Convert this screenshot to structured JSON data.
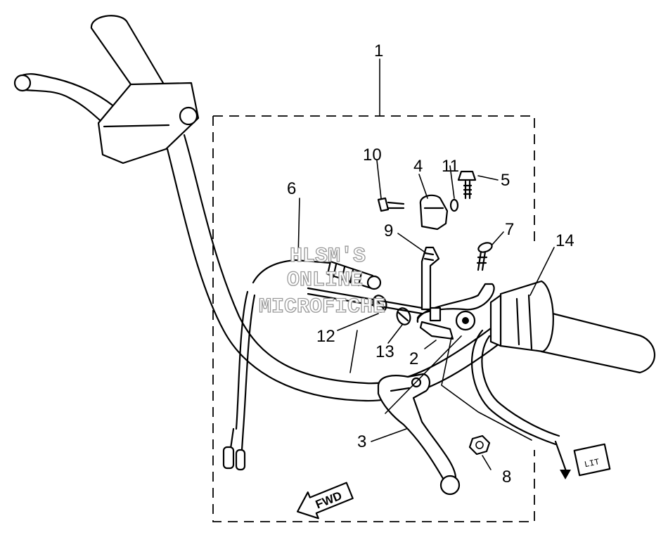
{
  "diagram": {
    "callouts": [
      {
        "id": "1",
        "label": "1"
      },
      {
        "id": "2",
        "label": "2"
      },
      {
        "id": "3",
        "label": "3"
      },
      {
        "id": "4",
        "label": "4"
      },
      {
        "id": "5",
        "label": "5"
      },
      {
        "id": "6",
        "label": "6"
      },
      {
        "id": "7",
        "label": "7"
      },
      {
        "id": "8",
        "label": "8"
      },
      {
        "id": "9",
        "label": "9"
      },
      {
        "id": "10",
        "label": "10"
      },
      {
        "id": "11",
        "label": "11"
      },
      {
        "id": "12",
        "label": "12"
      },
      {
        "id": "13",
        "label": "13"
      },
      {
        "id": "14",
        "label": "14"
      }
    ],
    "direction_arrow": "FWD",
    "connector_label": "LIT"
  },
  "watermark": {
    "line1": "HLSM'S",
    "line2": "ONLINE",
    "line3": "MICROFICHE"
  }
}
